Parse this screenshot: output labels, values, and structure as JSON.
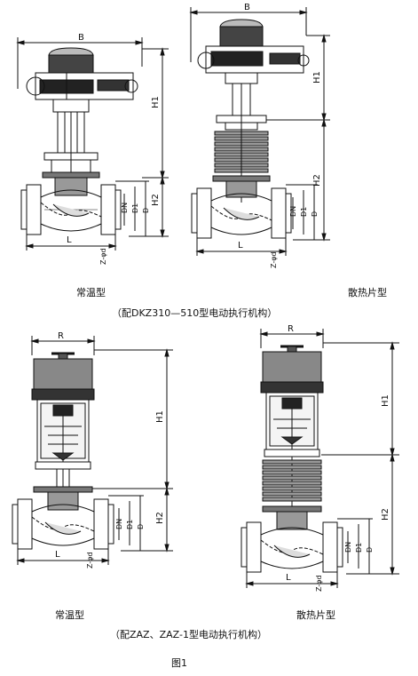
{
  "diagram_group_1": {
    "caption": "（配DKZ310—510型电动执行机构）",
    "left_view": {
      "label": "常温型",
      "dims": {
        "B": "B",
        "H1": "H1",
        "H2": "H2",
        "DN": "DN",
        "D1": "D1",
        "D": "D",
        "L": "L",
        "holes": "Z-φd"
      }
    },
    "right_view": {
      "label": "散热片型",
      "dims": {
        "B": "B",
        "H1": "H1",
        "H2": "H2",
        "DN": "DN",
        "D1": "D1",
        "D": "D",
        "L": "L",
        "holes": "Z-φd"
      }
    }
  },
  "diagram_group_2": {
    "caption": "（配ZAZ、ZAZ-1型电动执行机构）",
    "left_view": {
      "label": "常温型",
      "dims": {
        "R": "R",
        "H1": "H1",
        "H2": "H2",
        "DN": "DN",
        "D1": "D1",
        "D": "D",
        "L": "L",
        "holes": "Z-φd"
      }
    },
    "right_view": {
      "label": "散热片型",
      "dims": {
        "R": "R",
        "H1": "H1",
        "H2": "H2",
        "DN": "DN",
        "D1": "D1",
        "D": "D",
        "L": "L",
        "holes": "Z-φd"
      }
    }
  },
  "figure_label": "图1"
}
